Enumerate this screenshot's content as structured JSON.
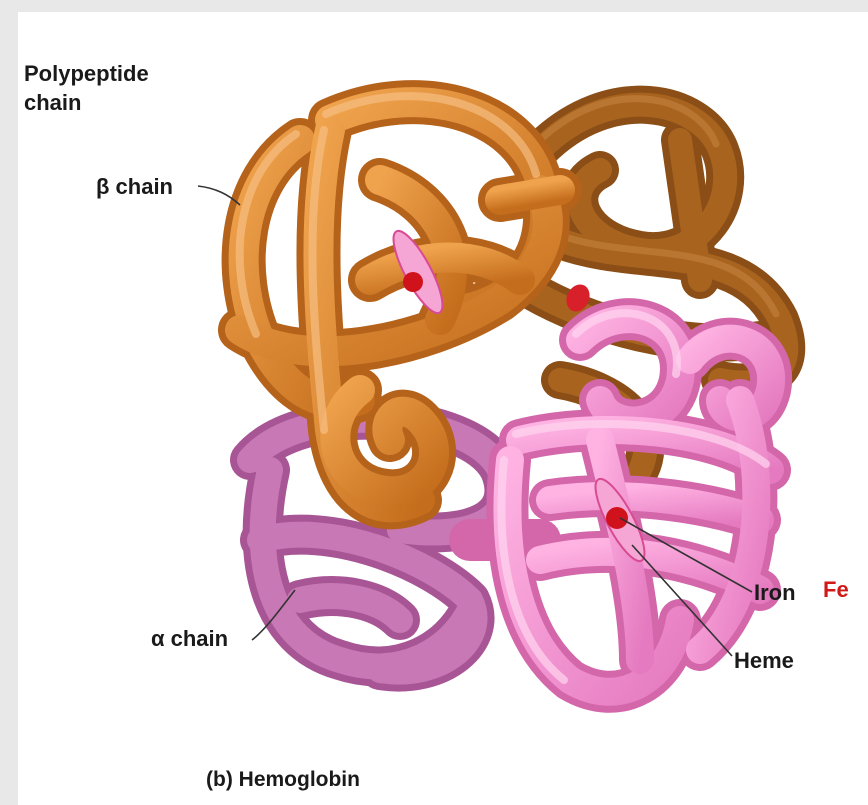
{
  "labels": {
    "polypeptide_line1": "Polypeptide",
    "polypeptide_line2": "chain",
    "beta_chain": "β chain",
    "alpha_chain": "α chain",
    "iron": "Iron",
    "fe": "Fe",
    "heme": "Heme",
    "caption": "(b) Hemoglobin"
  },
  "colors": {
    "beta_orange": "#d8812a",
    "beta_brown": "#9a5a1c",
    "alpha_magenta": "#c975b4",
    "alpha_pink": "#f28fcf",
    "heme": "#e04a86",
    "iron": "#d0121c",
    "fe_label": "#d01a1a"
  }
}
